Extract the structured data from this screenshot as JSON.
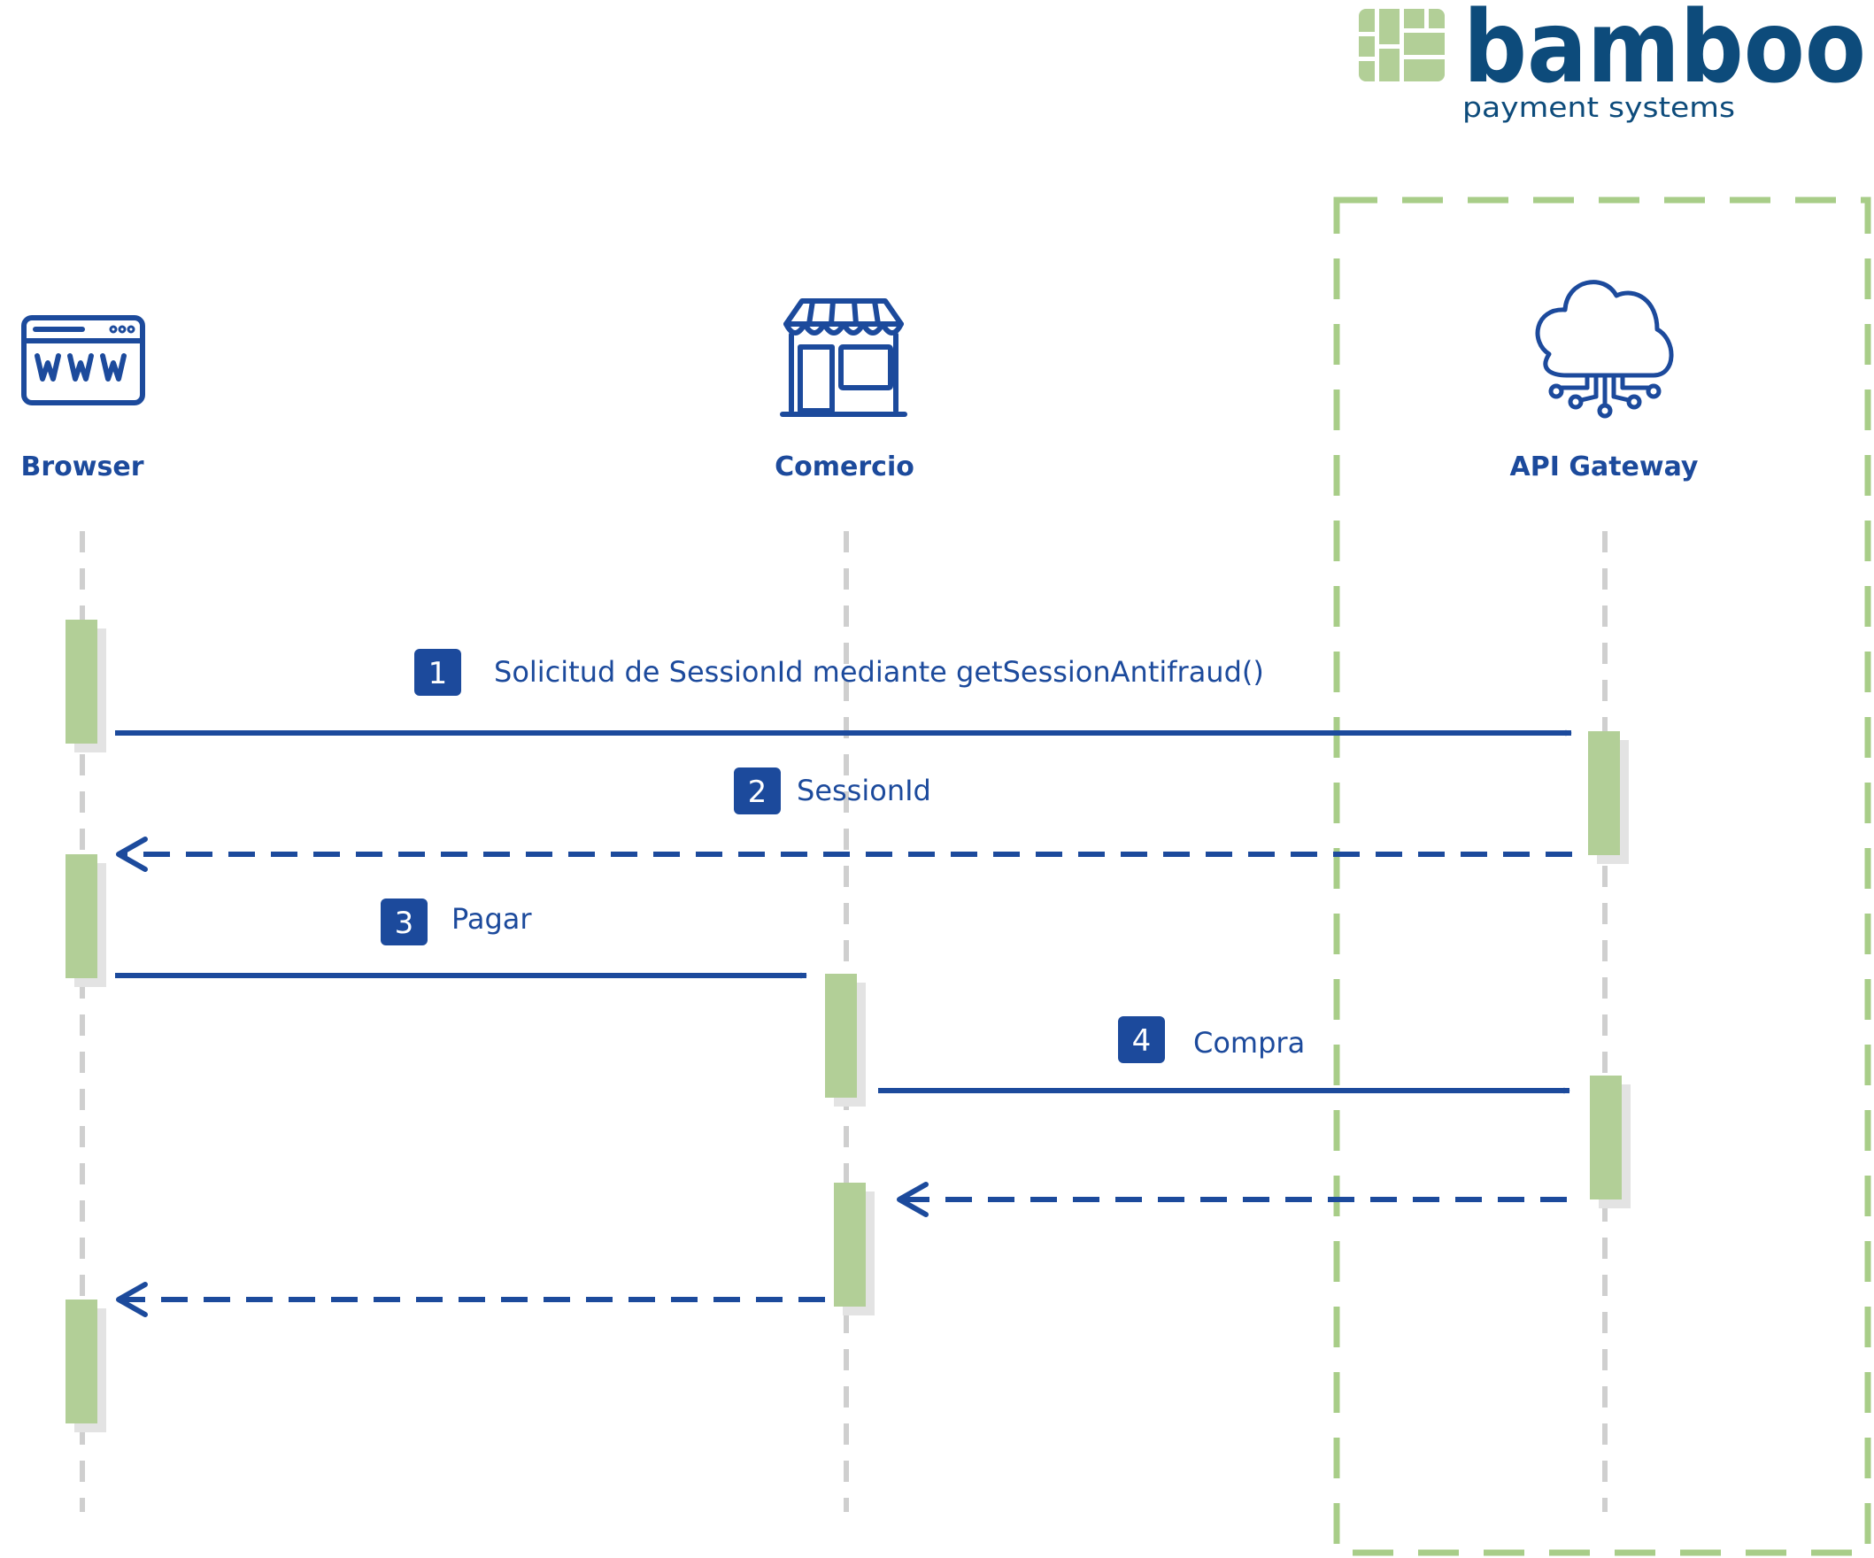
{
  "brand": {
    "name": "bamboo",
    "tagline": "payment systems",
    "colors": {
      "primary": "#0d4b7b",
      "logo_green": "#b2cf97"
    }
  },
  "colors": {
    "actor": "#1c4a9c",
    "arrow": "#1c4a9c",
    "activation": "#b2cf97",
    "lifeline": "#cfcfcf",
    "boundary": "#a8cd88"
  },
  "actors": [
    {
      "id": "browser",
      "label": "Browser",
      "icon": "www-browser-icon"
    },
    {
      "id": "comercio",
      "label": "Comercio",
      "icon": "storefront-icon"
    },
    {
      "id": "gateway",
      "label": "API Gateway",
      "icon": "cloud-network-icon"
    }
  ],
  "messages": [
    {
      "number": "1",
      "label": "Solicitud de SessionId mediante getSessionAntifraud()",
      "from": "browser",
      "to": "gateway",
      "style": "solid"
    },
    {
      "number": "2",
      "label": "SessionId",
      "from": "gateway",
      "to": "browser",
      "style": "dashed"
    },
    {
      "number": "3",
      "label": "Pagar",
      "from": "browser",
      "to": "comercio",
      "style": "solid"
    },
    {
      "number": "4",
      "label": "Compra",
      "from": "comercio",
      "to": "gateway",
      "style": "solid"
    },
    {
      "number": "",
      "label": "",
      "from": "gateway",
      "to": "comercio",
      "style": "dashed"
    },
    {
      "number": "",
      "label": "",
      "from": "comercio",
      "to": "browser",
      "style": "dashed"
    }
  ]
}
